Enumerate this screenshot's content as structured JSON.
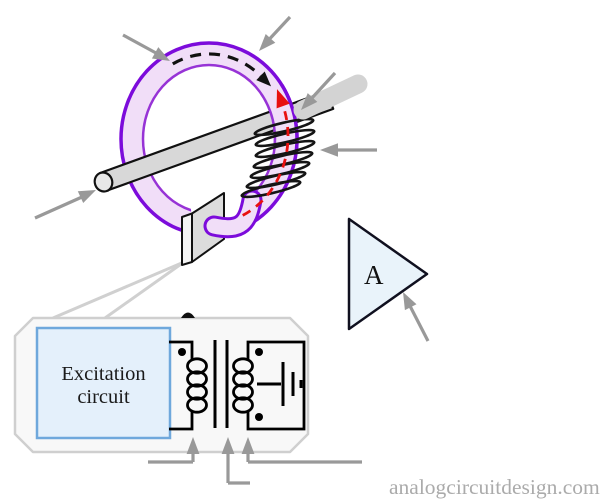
{
  "figure": {
    "type": "fluxgate-current-sensor-diagram",
    "amplifier": {
      "label": "A"
    },
    "excitation_box": {
      "line1": "Excitation",
      "line2": "circuit"
    },
    "watermark": "analogcircuitdesign.com",
    "colors": {
      "ring_band": "#F1DEF8",
      "ring_outer_outline": "#7C0BDB",
      "ring_inner_outline": "#9733D6",
      "rod_fill": "#D8D8D8",
      "rod_tip_fill": "#D3D3D3",
      "annotation_arrow": "#999999",
      "flux_arrow": "#111111",
      "induced_arrow": "#E81010",
      "coil_wire": "#151515",
      "amplifier_fill": "#E9F3FA",
      "amplifier_outline": "#10101F",
      "module_fill": "#F8F8F8",
      "module_border": "#CFCFCF",
      "excitation_fill": "#E4F0FB",
      "excitation_border": "#6FA8DC"
    },
    "elements": [
      "magnetic-core-ring",
      "conductor-rod",
      "pickup-coil",
      "flux-direction-arrow",
      "induced-flux-arrow",
      "sense-element",
      "callout-wedge",
      "amplifier-triangle",
      "excitation-module",
      "transformer-primary",
      "transformer-core",
      "transformer-secondary",
      "ground-symbol",
      "annotation-arrows"
    ]
  }
}
